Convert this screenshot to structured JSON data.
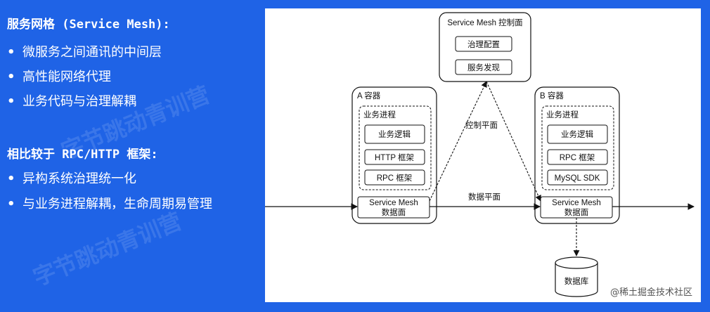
{
  "left": {
    "title1": "服务网格 (Service Mesh):",
    "list1": [
      "微服务之间通讯的中间层",
      "高性能网络代理",
      "业务代码与治理解耦"
    ],
    "title2": "相比较于 RPC/HTTP 框架:",
    "list2": [
      "异构系统治理统一化",
      "与业务进程解耦，生命周期易管理"
    ]
  },
  "bullet_char": "•",
  "diagram": {
    "control": {
      "title": "Service Mesh 控制面",
      "items": [
        "治理配置",
        "服务发现"
      ]
    },
    "a": {
      "title": "A 容器",
      "process": "业务进程",
      "items": [
        "业务逻辑",
        "HTTP 框架",
        "RPC 框架"
      ],
      "mesh": [
        "Service Mesh",
        "数据面"
      ]
    },
    "b": {
      "title": "B 容器",
      "process": "业务进程",
      "items": [
        "业务逻辑",
        "RPC 框架",
        "MySQL SDK"
      ],
      "mesh": [
        "Service Mesh",
        "数据面"
      ]
    },
    "control_plane_label": "控制平面",
    "data_plane_label": "数据平面",
    "db_label": "数据库"
  },
  "credit": "@稀土掘金技术社区"
}
